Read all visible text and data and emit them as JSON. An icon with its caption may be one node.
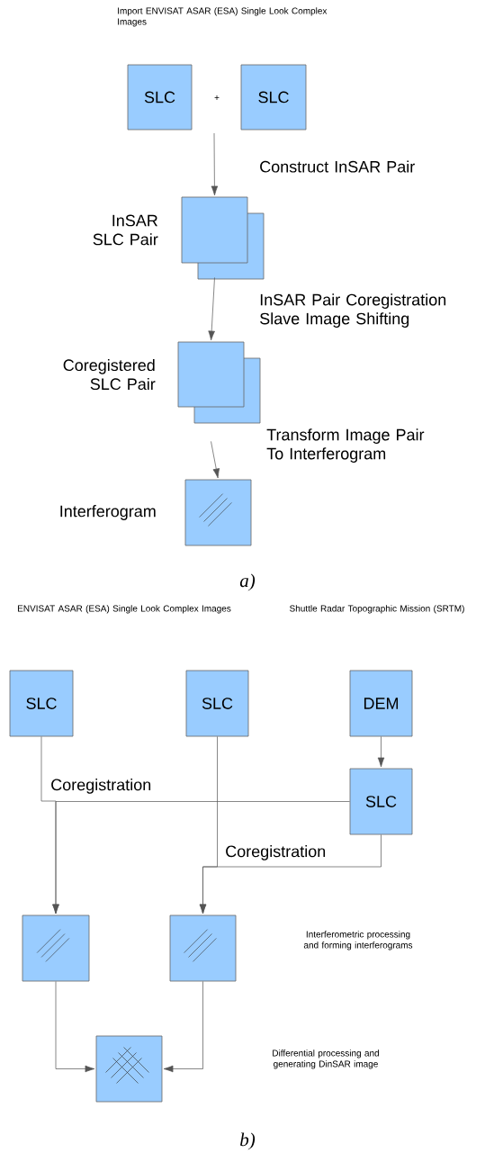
{
  "diagram": {
    "nodes": [
      {
        "text": [
          "SLC"
        ]
      },
      {
        "text": [
          "SLC"
        ]
      },
      {
        "text": [],
        "shape": "box",
        "beside": [
          "InSAR SLC Pair"
        ]
      },
      {
        "text": [],
        "shape": "box",
        "beside": [
          "Coregistered SLC Pair"
        ]
      },
      {
        "text": [],
        "shape": "box",
        "beside": [
          "Interferogram"
        ]
      },
      {
        "text": [
          "SLC"
        ]
      },
      {
        "text": [
          "SLC"
        ]
      },
      {
        "text": [
          "DEM"
        ]
      },
      {
        "text": [
          "SLC"
        ]
      },
      {
        "text": [],
        "shape": "box"
      },
      {
        "text": [],
        "shape": "box"
      },
      {
        "text": [],
        "shape": "box"
      }
    ],
    "edges": [
      {
        "from": null,
        "to": 2,
        "arrow": "to",
        "label": "Construct InSAR Pair"
      },
      {
        "from": 2,
        "to": 3,
        "arrow": "to",
        "label": "InSAR Pair Coregistration Slave Image Shifting"
      },
      {
        "from": 3,
        "to": 4,
        "arrow": "to",
        "label": "Transform Image Pair To Interferogram"
      },
      {
        "from": 7,
        "to": 8,
        "arrow": "to"
      },
      {
        "from": 5,
        "to": 9,
        "arrow": "to",
        "label": "Coregistration"
      },
      {
        "from": 8,
        "to": 9,
        "arrow": "to"
      },
      {
        "from": 6,
        "to": 10,
        "arrow": "to",
        "label": "Coregistration"
      },
      {
        "from": 8,
        "to": 10,
        "arrow": "to"
      },
      {
        "from": 9,
        "to": 11,
        "arrow": "to"
      },
      {
        "from": 10,
        "to": 11,
        "arrow": "to"
      }
    ],
    "labels": [
      "Import ENVISAT ASAR (ESA) Single Look Complex Images",
      "+",
      "a)",
      "ENVISAT ASAR (ESA) Single Look Complex Images",
      "Shuttle Radar Topographic Mission (SRTM)",
      "Interferometric processing and forming interferograms",
      "Differential processing and generating DinSAR image",
      "b)"
    ]
  }
}
